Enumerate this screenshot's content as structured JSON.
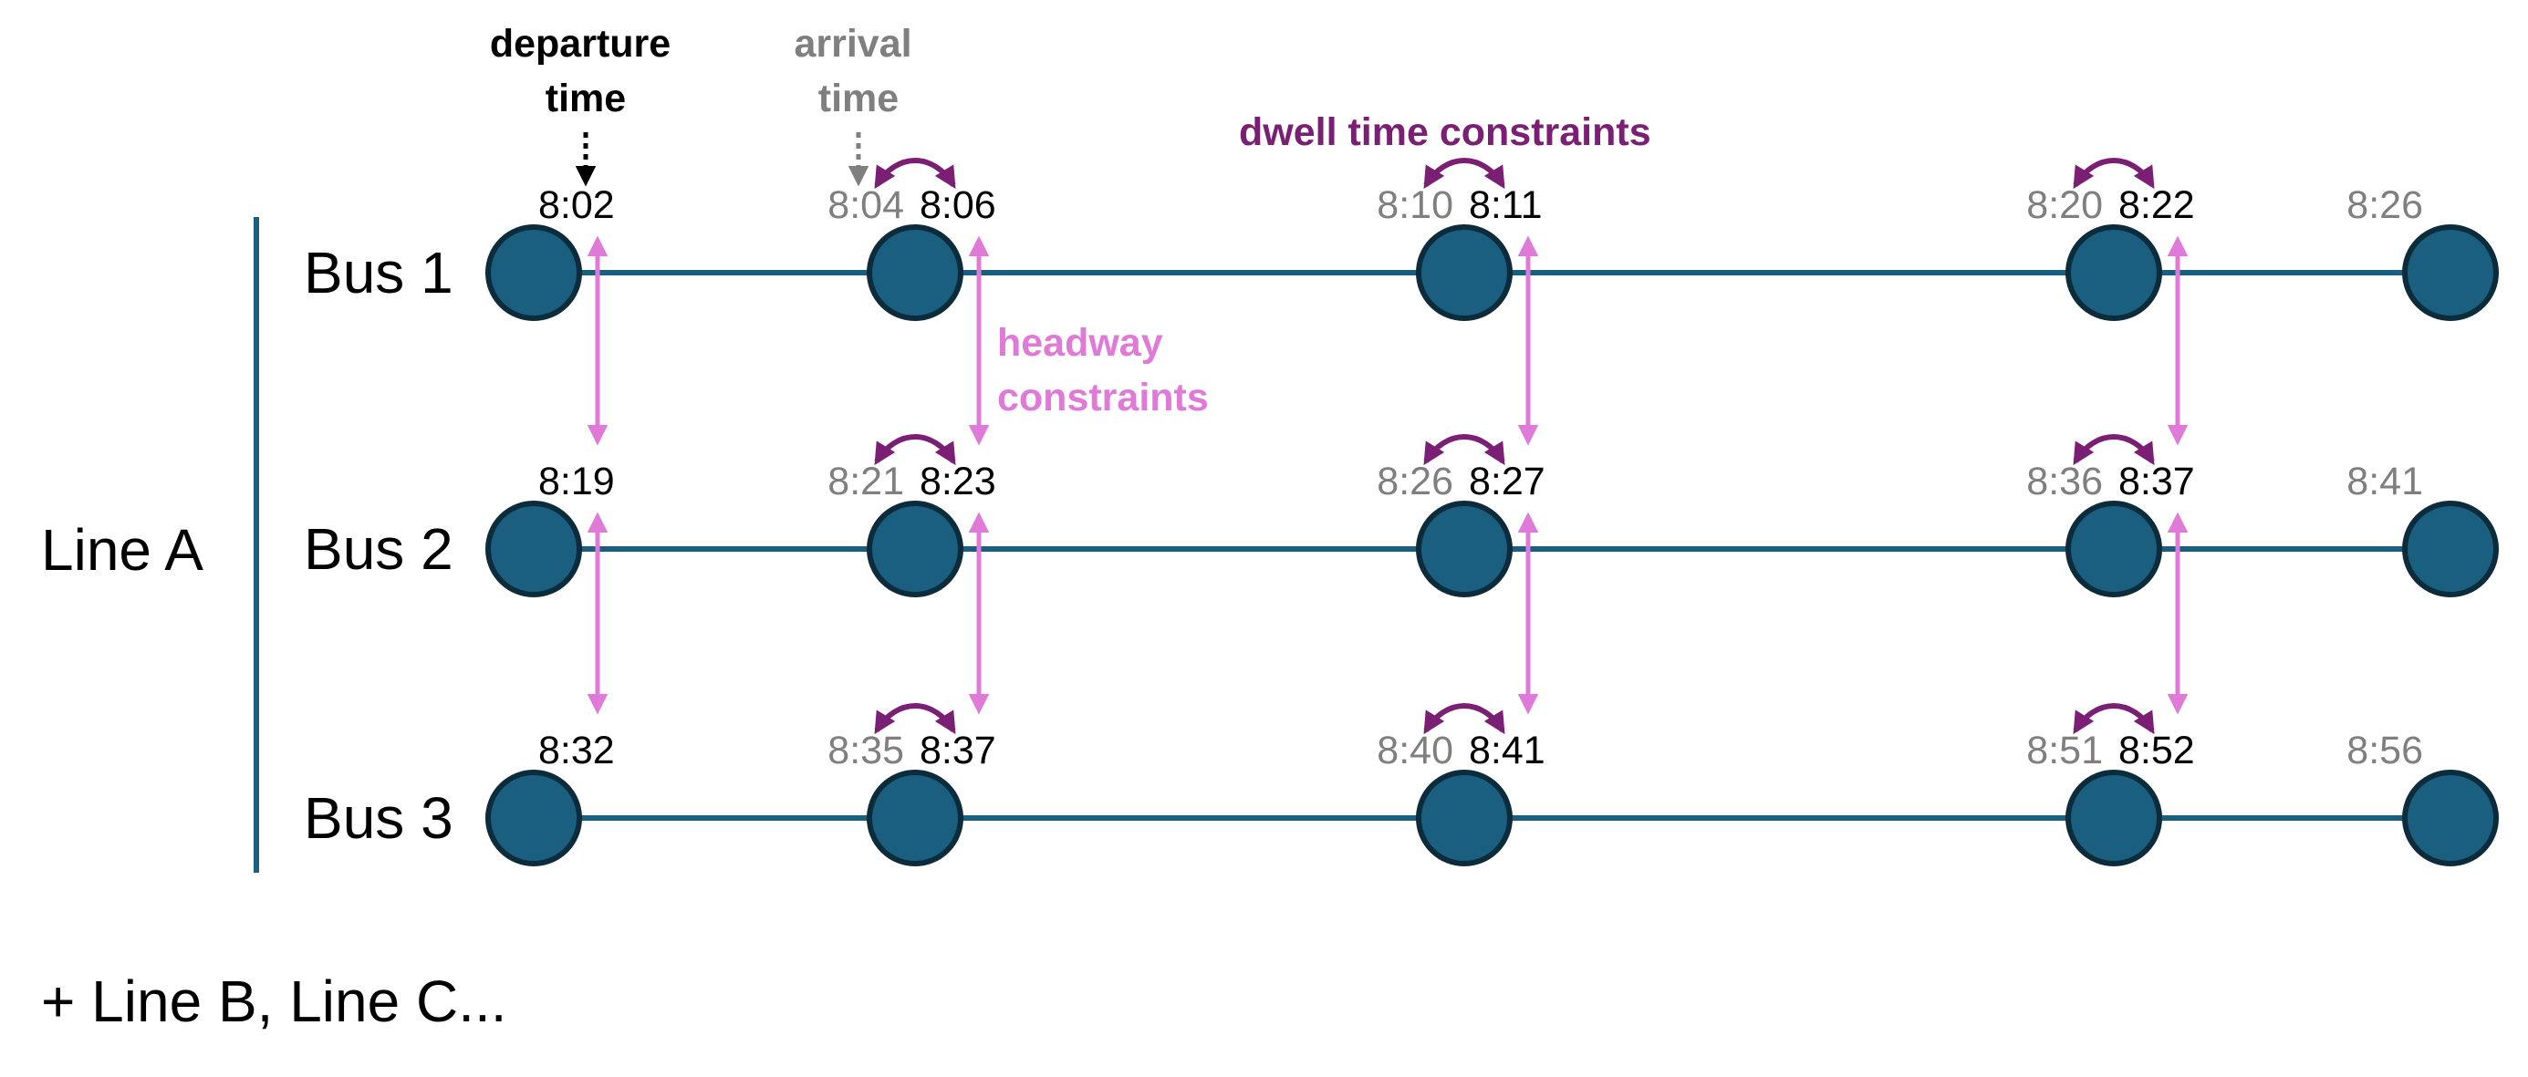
{
  "line_label": "Line A",
  "footer": "+ Line B, Line C...",
  "legend": {
    "departure": "departure\ntime",
    "arrival": "arrival\ntime",
    "dwell": "dwell time constraints",
    "headway": "headway\nconstraints"
  },
  "colors": {
    "node_fill": "#1a5e80",
    "node_stroke": "#0c2b3b",
    "line": "#1a5e80",
    "departure_text": "#000000",
    "arrival_text": "#7f7f7f",
    "dwell": "#7b1f74",
    "headway": "#e07ad8"
  },
  "buses": [
    {
      "label": "Bus 1",
      "stops": [
        {
          "arr": "",
          "dep": "8:02"
        },
        {
          "arr": "8:04",
          "dep": "8:06"
        },
        {
          "arr": "8:10",
          "dep": "8:11"
        },
        {
          "arr": "8:20",
          "dep": "8:22"
        },
        {
          "arr": "8:26",
          "dep": ""
        }
      ]
    },
    {
      "label": "Bus 2",
      "stops": [
        {
          "arr": "",
          "dep": "8:19"
        },
        {
          "arr": "8:21",
          "dep": "8:23"
        },
        {
          "arr": "8:26",
          "dep": "8:27"
        },
        {
          "arr": "8:36",
          "dep": "8:37"
        },
        {
          "arr": "8:41",
          "dep": ""
        }
      ]
    },
    {
      "label": "Bus 3",
      "stops": [
        {
          "arr": "",
          "dep": "8:32"
        },
        {
          "arr": "8:35",
          "dep": "8:37"
        },
        {
          "arr": "8:40",
          "dep": "8:41"
        },
        {
          "arr": "8:51",
          "dep": "8:52"
        },
        {
          "arr": "8:56",
          "dep": ""
        }
      ]
    }
  ]
}
